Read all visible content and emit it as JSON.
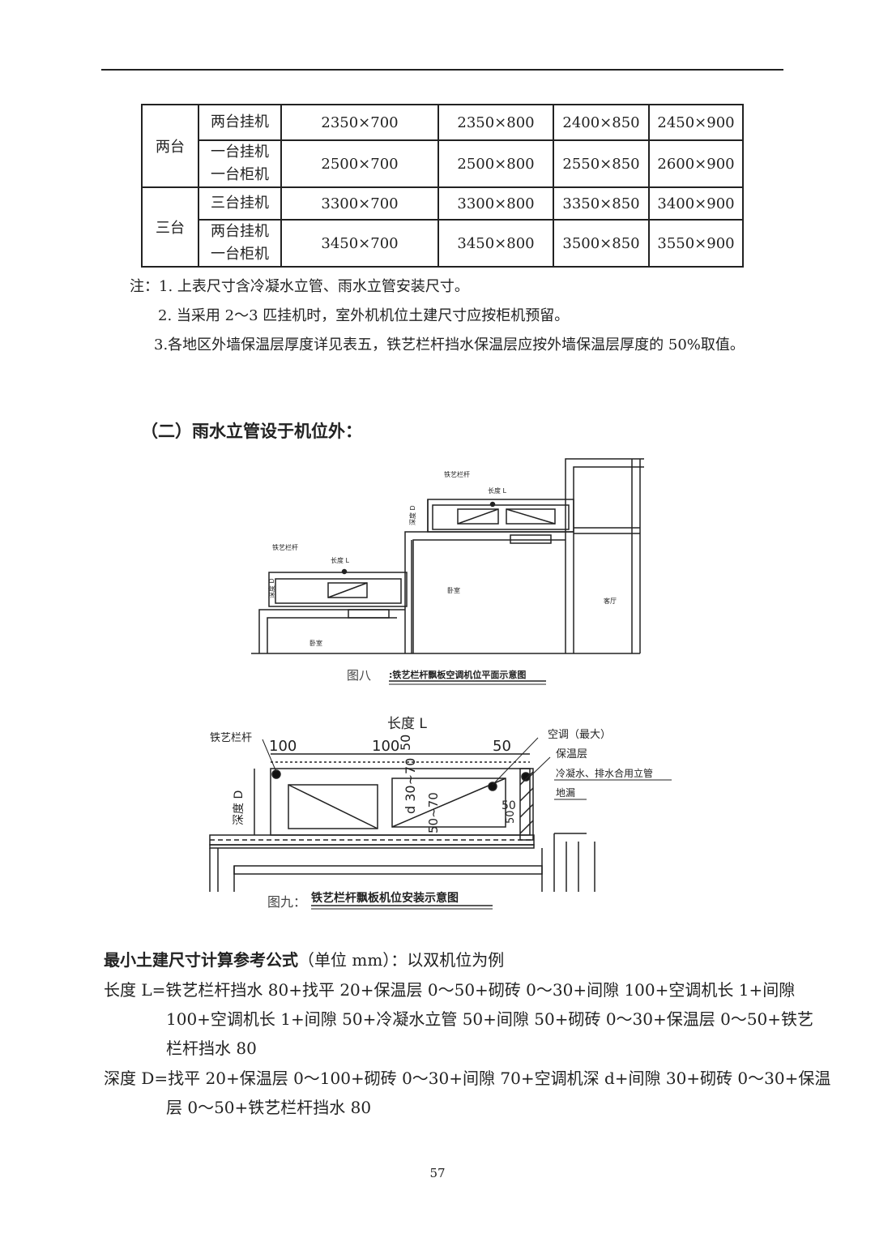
{
  "table": {
    "rows": [
      {
        "group": "两台",
        "type_line1": "两台挂机",
        "type_line2": "",
        "c1": "2350×700",
        "c2": "2350×800",
        "c3": "2400×850",
        "c4": "2450×900"
      },
      {
        "group": "",
        "type_line1": "一台挂机",
        "type_line2": "一台柜机",
        "c1": "2500×700",
        "c2": "2500×800",
        "c3": "2550×850",
        "c4": "2600×900"
      },
      {
        "group": "三台",
        "type_line1": "三台挂机",
        "type_line2": "",
        "c1": "3300×700",
        "c2": "3300×800",
        "c3": "3350×850",
        "c4": "3400×900"
      },
      {
        "group": "",
        "type_line1": "两台挂机",
        "type_line2": "一台柜机",
        "c1": "3450×700",
        "c2": "3450×800",
        "c3": "3500×850",
        "c4": "3550×900"
      }
    ]
  },
  "notes": {
    "n1": "注：1. 上表尺寸含冷凝水立管、雨水立管安装尺寸。",
    "n2": "2. 当采用 2～3 匹挂机时，室外机机位土建尺寸应按柜机预留。",
    "n3": "3.各地区外墙保温层厚度详见表五，铁艺栏杆挡水保温层应按外墙保温层厚度的 50%取值。"
  },
  "section_title": "（二）雨水立管设于机位外：",
  "fig8": {
    "caption_prefix": "图八",
    "caption": ":铁艺栏杆飘板空调机位平面示意图",
    "labels": {
      "railing_top": "铁艺栏杆",
      "length_top": "长度 L",
      "depth_top": "深度 D",
      "railing_left": "铁艺栏杆",
      "length_left": "长度 L",
      "depth_left": "深度 D",
      "bedroom_mid": "卧室",
      "bedroom_left": "卧室",
      "living": "客厅"
    }
  },
  "fig9": {
    "caption_prefix": "图九：",
    "caption": "铁艺栏杆飘板机位安装示意图",
    "labels": {
      "length": "长度 L",
      "railing": "铁艺栏杆",
      "depth": "深度 D",
      "d100a": "100",
      "d100b": "100",
      "d50a": "50",
      "d50b": "50",
      "dvert1": "d 30~70",
      "dvert2": "50~70",
      "dvert3": "50",
      "dvert4": "50",
      "ac": "空调（最大）",
      "insul": "保温层",
      "pipe": "冷凝水、排水合用立管",
      "drain": "地漏"
    }
  },
  "formula": {
    "title": "最小土建尺寸计算参考公式",
    "title_suffix": "（单位 mm）：以双机位为例",
    "l1": "长度 L=铁艺栏杆挡水 80+找平 20+保温层 0～50+砌砖 0～30+间隙 100+空调机长 1+间隙",
    "l2": "100+空调机长 1+间隙 50+冷凝水立管 50+间隙 50+砌砖 0～30+保温层 0～50+铁艺",
    "l3": "栏杆挡水 80",
    "l4": "深度 D=找平 20+保温层 0～100+砌砖 0～30+间隙 70+空调机深 d+间隙 30+砌砖 0～30+保温",
    "l5": "层 0～50+铁艺栏杆挡水 80"
  },
  "page_number": "57"
}
